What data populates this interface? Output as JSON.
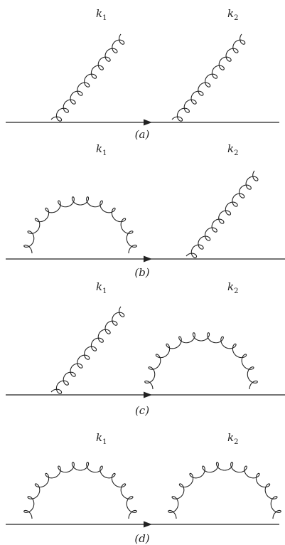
{
  "panels": [
    {
      "label": "(a)",
      "momentum_left": "k",
      "momentum_left_sub": "1",
      "momentum_right": "k",
      "momentum_right_sub": "2",
      "left_gluon": "external",
      "right_gluon": "external"
    },
    {
      "label": "(b)",
      "momentum_left": "k",
      "momentum_left_sub": "1",
      "momentum_right": "k",
      "momentum_right_sub": "2",
      "left_gluon": "loop",
      "right_gluon": "external"
    },
    {
      "label": "(c)",
      "momentum_left": "k",
      "momentum_left_sub": "1",
      "momentum_right": "k",
      "momentum_right_sub": "2",
      "left_gluon": "external",
      "right_gluon": "loop"
    },
    {
      "label": "(d)",
      "momentum_left": "k",
      "momentum_left_sub": "1",
      "momentum_right": "k",
      "momentum_right_sub": "2",
      "left_gluon": "loop",
      "right_gluon": "loop"
    }
  ],
  "colors": {
    "ink": "#222222",
    "background": "#ffffff"
  }
}
